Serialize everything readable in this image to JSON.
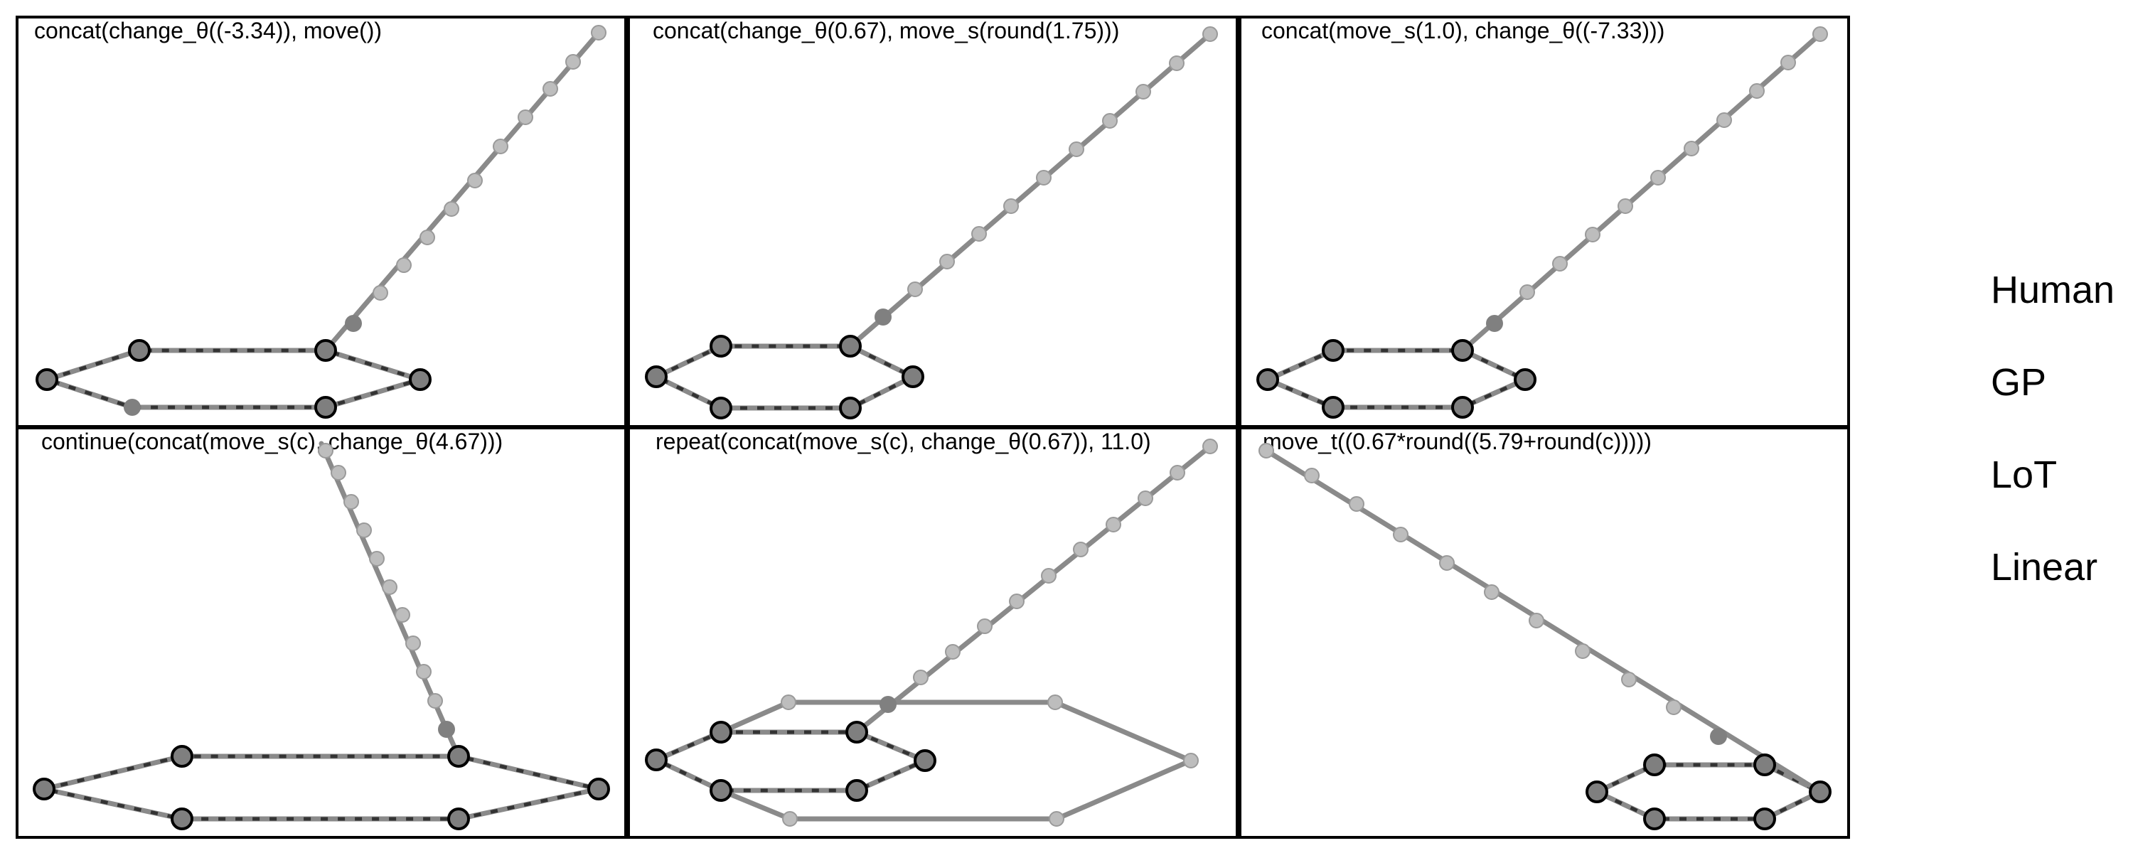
{
  "panels": [
    {
      "title": "concat(change_θ((-3.34)), move())"
    },
    {
      "title": "concat(change_θ(0.67), move_s(round(1.75)))"
    },
    {
      "title": "concat(move_s(1.0), change_θ((-7.33)))"
    },
    {
      "title": "continue(concat(move_s(c), change_θ(4.67)))"
    },
    {
      "title": "repeat(concat(move_s(c), change_θ(0.67)), 11.0)"
    },
    {
      "title": "move_t((0.67*round((5.79+round(c)))))"
    }
  ],
  "legend": [
    "Human",
    "GP",
    "LoT",
    "Linear"
  ],
  "colors": {
    "trace": "#8a8a8a",
    "ring_fill": "#7f7f7f",
    "tail_dot": "#bdbdbd",
    "frame": "#000000"
  }
}
